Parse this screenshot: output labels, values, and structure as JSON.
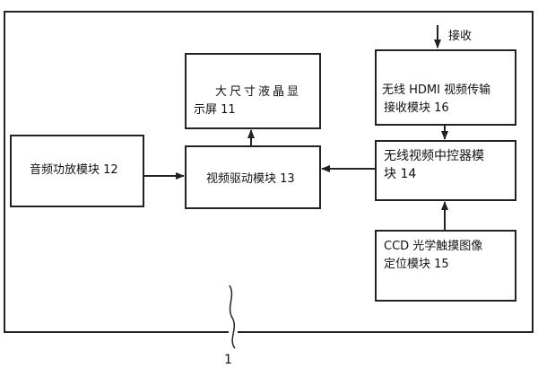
{
  "diagram": {
    "outer_frame_label": "1",
    "input_label": "接收",
    "blocks": {
      "display": {
        "line1": "大尺寸液晶显",
        "line2": "示屏 11"
      },
      "hdmi_receiver": {
        "line1": "无线 HDMI 视频传输",
        "line2": "接收模块 16"
      },
      "audio_amp": {
        "line1": "音频功放模块 12"
      },
      "video_driver": {
        "line1": "视频驱动模块 13"
      },
      "video_controller": {
        "line1": "无线视频中控器模",
        "line2": "块 14"
      },
      "ccd_touch": {
        "line1": "CCD 光学触摸图像",
        "line2": "定位模块 15"
      }
    }
  }
}
